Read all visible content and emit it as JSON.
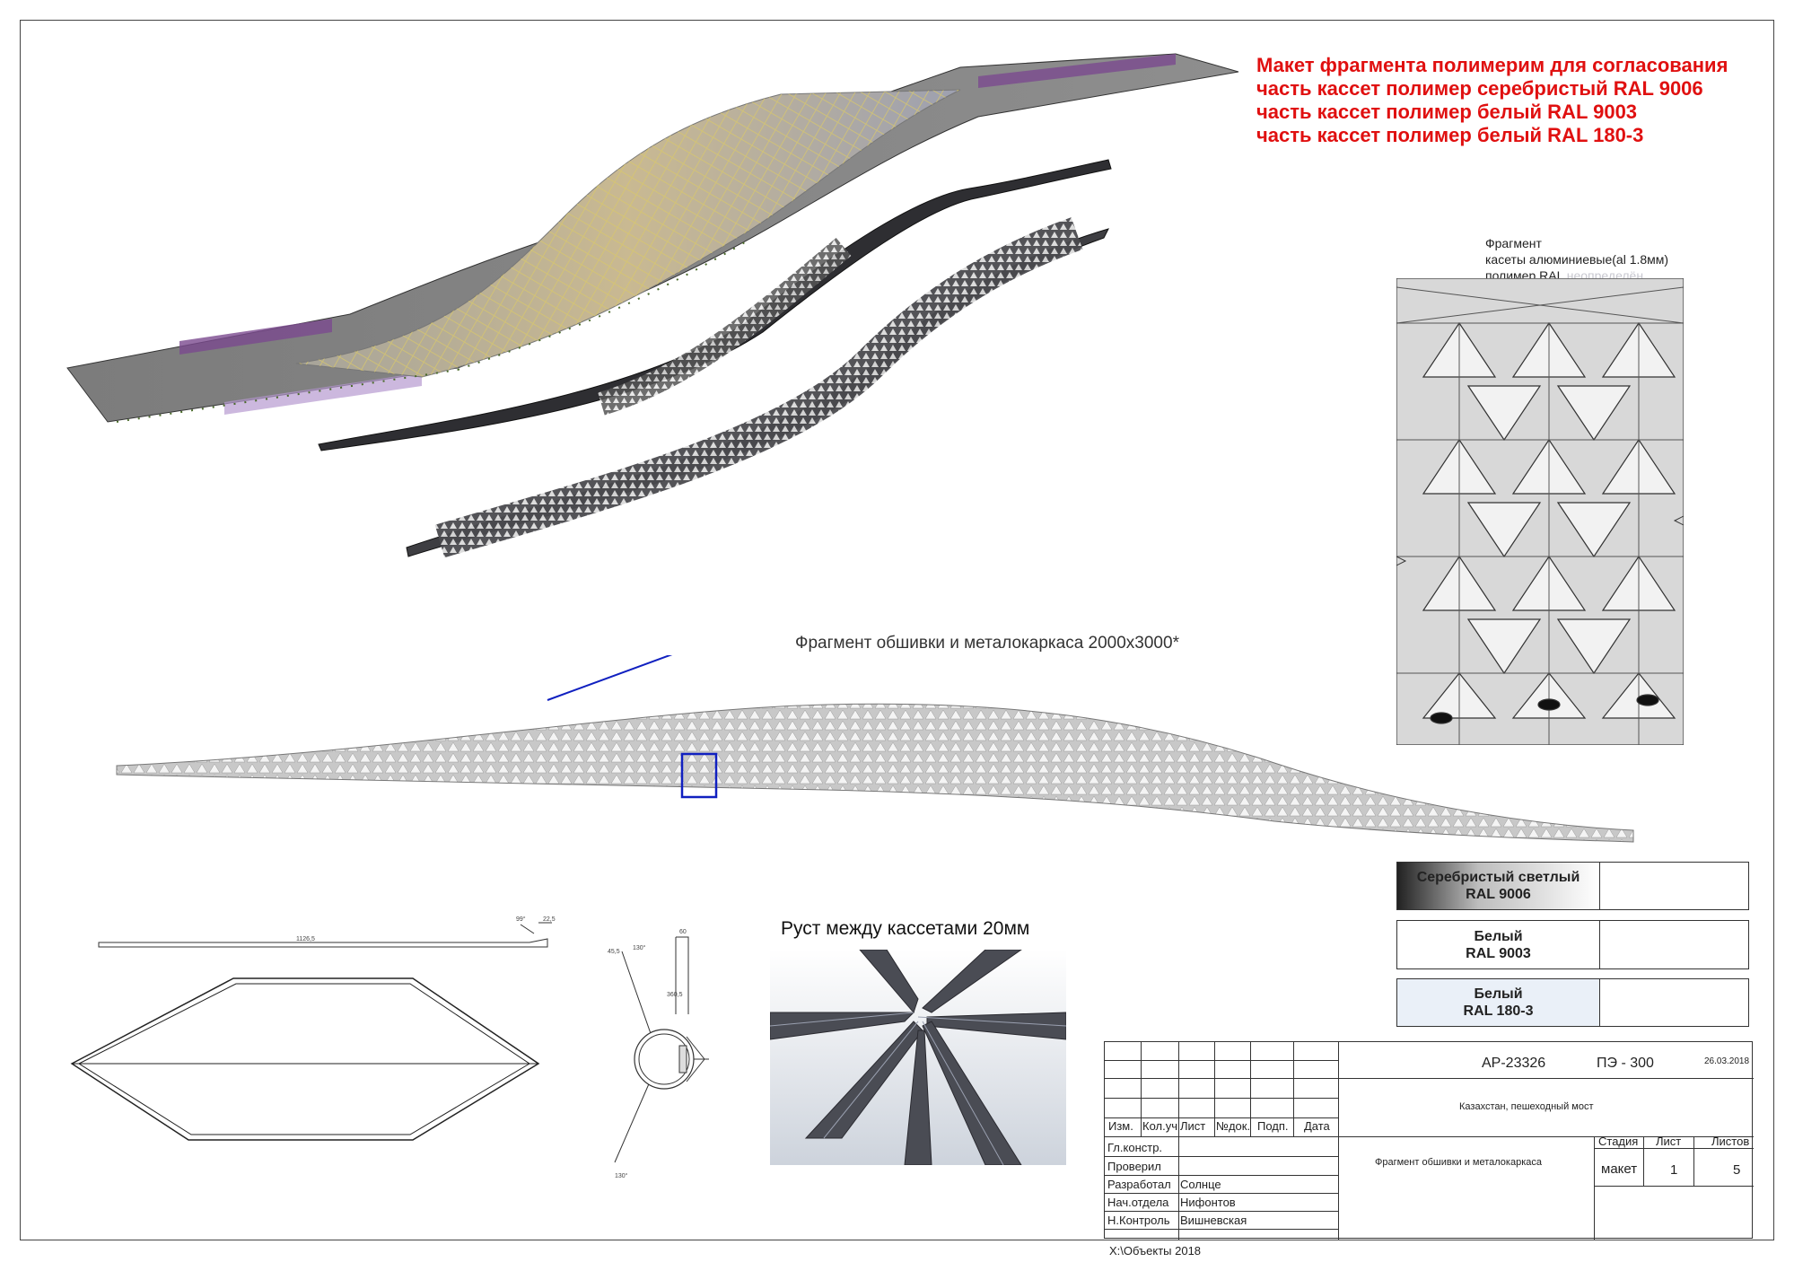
{
  "note": {
    "line1": "Макет фрагмента полимерим для согласования",
    "line2": "часть кассет полимер серебристый RAL 9006",
    "line3": "часть кассет полимер белый RAL 9003",
    "line4": "часть кассет полимер белый RAL 180-3"
  },
  "cassette_detail": {
    "line1": "Фрагмент",
    "line2": "касеты алюминиевые(al 1.8мм)",
    "line3_prefix": "полимер RAL ",
    "line3_muted": "неопределён"
  },
  "fragment_label": "Фрагмент обшивки и металокаркаса 2000х3000*",
  "rust_label": "Руст между кассетами 20мм",
  "swatches": [
    {
      "name": "Серебристый светлый",
      "code": "RAL 9006",
      "color": "#9a9a9a"
    },
    {
      "name": "Белый",
      "code": "RAL 9003",
      "color": "#ffffff"
    },
    {
      "name": "Белый",
      "code": "RAL 180-3",
      "color": "#eaf0f8"
    }
  ],
  "dimensions": {
    "panel_length": "1126,5",
    "panel_angle": "99°",
    "panel_end": "22,5",
    "pipe_top": "60",
    "pipe_angle1": "45,5",
    "pipe_angle2": "130°",
    "pipe_dim": "360,5",
    "pipe_angle3": "130°"
  },
  "title_block": {
    "code": "АР-23326",
    "project_code": "ПЭ - 300",
    "date": "26.03.2018",
    "project": "Казахстан, пешеходный мост",
    "sheet_title": "Фрагмент обшивки и металокаркаса",
    "cols": [
      "Изм.",
      "Кол.уч",
      "Лист",
      "№док.",
      "Подп.",
      "Дата"
    ],
    "stage_header": "Стадия",
    "sheet_header": "Лист",
    "sheets_header": "Листов",
    "stage": "макет",
    "sheet": "1",
    "sheets": "5",
    "roles": [
      {
        "role": "Гл.констр.",
        "name": ""
      },
      {
        "role": "Проверил",
        "name": ""
      },
      {
        "role": "Разработал",
        "name": "Солнце"
      },
      {
        "role": "Нач.отдела",
        "name": "Нифонтов"
      },
      {
        "role": "Н.Контроль",
        "name": "Вишневская"
      }
    ],
    "path": "X:\\Объекты 2018"
  }
}
